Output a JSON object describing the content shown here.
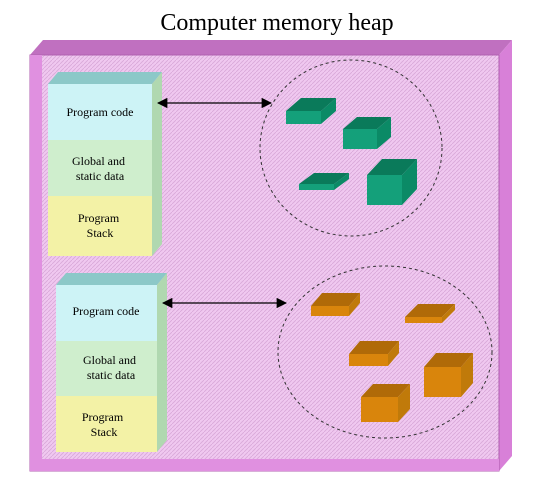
{
  "title": "Computer memory heap",
  "colors": {
    "heap_front": "#f0c8f0",
    "heap_top": "#c070c0",
    "heap_side": "#d880d8",
    "heap_hatch": "#c8a0c8",
    "program_code": "#cdf3f6",
    "program_code_top": "#8cc8c8",
    "global_static": "#cfeecd",
    "program_stack": "#f3f2a6",
    "green_object": "#14a07a",
    "green_object_top": "#0a7a5a",
    "green_object_side": "#0b8a66",
    "orange_object": "#d9850c",
    "orange_object_top": "#b06a08",
    "orange_object_side": "#c07a0a"
  },
  "processes": [
    {
      "blocks": [
        {
          "lines": [
            "Program code"
          ]
        },
        {
          "lines": [
            "Global and",
            "static data"
          ]
        },
        {
          "lines": [
            "Program",
            "Stack"
          ]
        }
      ],
      "arrow": "double-headed",
      "object_color": "green",
      "object_count": 4
    },
    {
      "blocks": [
        {
          "lines": [
            "Program code"
          ]
        },
        {
          "lines": [
            "Global and",
            "static data"
          ]
        },
        {
          "lines": [
            "Program",
            "Stack"
          ]
        }
      ],
      "arrow": "double-headed",
      "object_color": "orange",
      "object_count": 5
    }
  ]
}
